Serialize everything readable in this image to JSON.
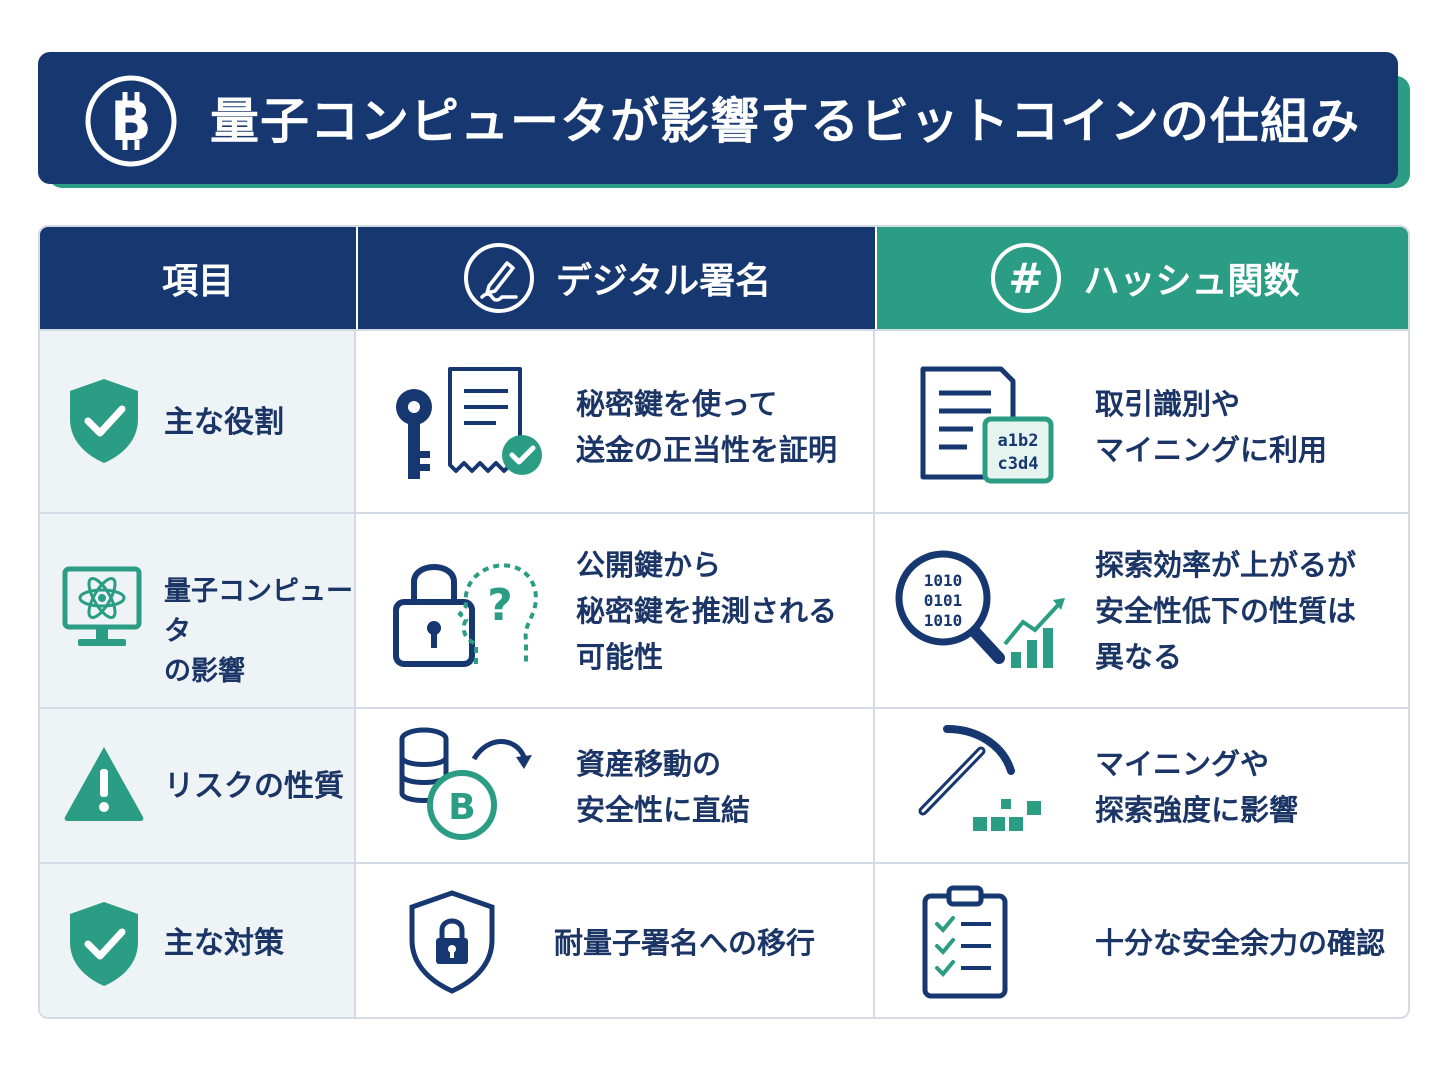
{
  "title": "量子コンピュータが影響するビットコインの仕組み",
  "colors": {
    "navy": "#163770",
    "teal": "#2a9d84",
    "row_bg": "#eef3f6",
    "border": "#d4dbe5"
  },
  "header": {
    "item": "項目",
    "signature": "デジタル署名",
    "hash": "ハッシュ関数"
  },
  "rows": [
    {
      "label": "主な役割",
      "signature": [
        "秘密鍵を使って",
        "送金の正当性を証明"
      ],
      "hash": [
        "取引識別や",
        "マイニングに利用"
      ],
      "hash_icon_text": [
        "a1b2",
        "c3d4"
      ]
    },
    {
      "label": [
        "量子コンピュータ",
        "の影響"
      ],
      "signature": [
        "公開鍵から",
        "秘密鍵を推測される",
        "可能性"
      ],
      "hash": [
        "探索効率が上がるが",
        "安全性低下の性質は",
        "異なる"
      ],
      "hash_icon_text": [
        "1010",
        "0101",
        "1010"
      ]
    },
    {
      "label": "リスクの性質",
      "signature": [
        "資産移動の",
        "安全性に直結"
      ],
      "hash": [
        "マイニングや",
        "探索強度に影響"
      ]
    },
    {
      "label": "主な対策",
      "signature": [
        "耐量子署名への移行"
      ],
      "hash": [
        "十分な安全余力の確認"
      ]
    }
  ],
  "icons": {
    "title": "bitcoin-icon",
    "signature_header": "pen-signature-icon",
    "hash_header": "hash-icon",
    "row_labels": [
      "shield-check-icon",
      "atom-monitor-icon",
      "warning-icon",
      "shield-check-icon"
    ]
  }
}
